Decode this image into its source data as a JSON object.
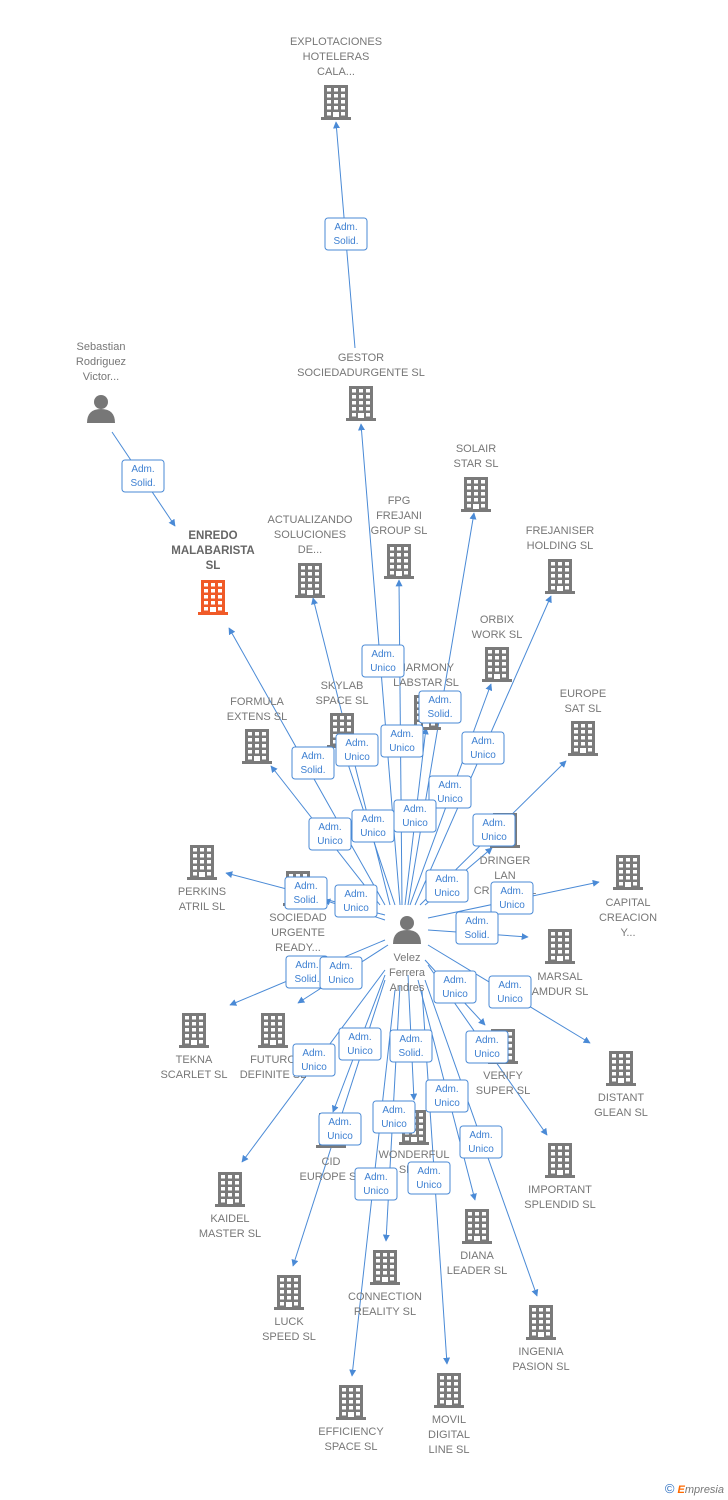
{
  "colors": {
    "edge": "#4a8ad6",
    "building": "#7a7a7a",
    "highlight": "#f05a28",
    "person": "#777777"
  },
  "nodes": [
    {
      "id": "explotaciones",
      "type": "company",
      "lines": [
        "EXPLOTACIONES",
        "HOTELERAS",
        "CALA..."
      ]
    },
    {
      "id": "gestor",
      "type": "company",
      "lines": [
        "GESTOR",
        "SOCIEDADURGENTE SL"
      ]
    },
    {
      "id": "sebastian",
      "type": "person",
      "lines": [
        "Sebastian",
        "Rodriguez",
        "Victor..."
      ]
    },
    {
      "id": "enredo",
      "type": "company",
      "highlight": true,
      "lines": [
        "ENREDO",
        "MALABARISTA",
        "SL"
      ]
    },
    {
      "id": "solair",
      "type": "company",
      "lines": [
        "SOLAIR",
        "STAR SL"
      ]
    },
    {
      "id": "fpg",
      "type": "company",
      "lines": [
        "FPG",
        "FREJANI",
        "GROUP SL"
      ]
    },
    {
      "id": "actualizando",
      "type": "company",
      "lines": [
        "ACTUALIZANDO",
        "SOLUCIONES",
        "DE..."
      ]
    },
    {
      "id": "frejaniser",
      "type": "company",
      "lines": [
        "FREJANISER",
        "HOLDING SL"
      ]
    },
    {
      "id": "orbix",
      "type": "company",
      "lines": [
        "ORBIX",
        "WORK SL"
      ]
    },
    {
      "id": "harmony",
      "type": "company",
      "lines": [
        "HARMONY",
        "LABSTAR SL"
      ]
    },
    {
      "id": "skylab",
      "type": "company",
      "lines": [
        "SKYLAB",
        "SPACE SL"
      ]
    },
    {
      "id": "formula",
      "type": "company",
      "lines": [
        "FORMULA",
        "EXTENS SL"
      ]
    },
    {
      "id": "europesat",
      "type": "company",
      "lines": [
        "EUROPE",
        "SAT SL"
      ]
    },
    {
      "id": "perkins",
      "type": "company",
      "lines": [
        "PERKINS",
        "ATRIL SL"
      ]
    },
    {
      "id": "dringer",
      "type": "company",
      "lines": [
        "DRINGER",
        "LAN",
        "CRIVATE SL"
      ]
    },
    {
      "id": "capital",
      "type": "company",
      "lines": [
        "CAPITAL",
        "CREACION",
        "Y..."
      ]
    },
    {
      "id": "sociedad",
      "type": "company",
      "lines": [
        "SOCIEDAD",
        "URGENTE",
        "READY..."
      ]
    },
    {
      "id": "velez",
      "type": "person",
      "lines": [
        "Velez",
        "Ferrera",
        "Andres"
      ]
    },
    {
      "id": "marsal",
      "type": "company",
      "lines": [
        "MARSAL",
        "AMDUR SL"
      ]
    },
    {
      "id": "tekna",
      "type": "company",
      "lines": [
        "TEKNA",
        "SCARLET SL"
      ]
    },
    {
      "id": "futuro",
      "type": "company",
      "lines": [
        "FUTURO",
        "DEFINITE SL"
      ]
    },
    {
      "id": "distant",
      "type": "company",
      "lines": [
        "DISTANT",
        "GLEAN SL"
      ]
    },
    {
      "id": "verify",
      "type": "company",
      "lines": [
        "VERIFY",
        "SUPER SL"
      ]
    },
    {
      "id": "important",
      "type": "company",
      "lines": [
        "IMPORTANT",
        "SPLENDID SL"
      ]
    },
    {
      "id": "cid",
      "type": "company",
      "lines": [
        "CID",
        "EUROPE SL"
      ]
    },
    {
      "id": "wonderful",
      "type": "company",
      "lines": [
        "WONDERFUL",
        "SPA..."
      ]
    },
    {
      "id": "kaidel",
      "type": "company",
      "lines": [
        "KAIDEL",
        "MASTER SL"
      ]
    },
    {
      "id": "diana",
      "type": "company",
      "lines": [
        "DIANA",
        "LEADER SL"
      ]
    },
    {
      "id": "luck",
      "type": "company",
      "lines": [
        "LUCK",
        "SPEED SL"
      ]
    },
    {
      "id": "connection",
      "type": "company",
      "lines": [
        "CONNECTION",
        "REALITY SL"
      ]
    },
    {
      "id": "ingenia",
      "type": "company",
      "lines": [
        "INGENIA",
        "PASION SL"
      ]
    },
    {
      "id": "efficiency",
      "type": "company",
      "lines": [
        "EFFICIENCY",
        "SPACE SL"
      ]
    },
    {
      "id": "movil",
      "type": "company",
      "lines": [
        "MOVIL",
        "DIGITAL",
        "LINE SL"
      ]
    }
  ],
  "edges": [
    {
      "from": "gestor",
      "to": "explotaciones",
      "label": [
        "Adm.",
        "Solid."
      ]
    },
    {
      "from": "sebastian",
      "to": "enredo",
      "label": [
        "Adm.",
        "Solid."
      ]
    },
    {
      "from": "velez",
      "to": "gestor",
      "label": [
        "Adm.",
        "Unico"
      ]
    },
    {
      "from": "velez",
      "to": "harmony",
      "label": [
        "Adm.",
        "Solid."
      ]
    },
    {
      "from": "velez",
      "to": "enredo",
      "label": [
        "Adm.",
        "Solid."
      ]
    },
    {
      "from": "velez",
      "to": "skylab",
      "label": [
        "Adm.",
        "Unico"
      ]
    },
    {
      "from": "velez",
      "to": "fpg",
      "label": [
        "Adm.",
        "Unico"
      ]
    },
    {
      "from": "velez",
      "to": "orbix",
      "label": [
        "Adm.",
        "Unico"
      ]
    },
    {
      "from": "velez",
      "to": "solair",
      "label": [
        "Adm.",
        "Unico"
      ]
    },
    {
      "from": "velez",
      "to": "formula",
      "label": [
        "Adm.",
        "Unico"
      ]
    },
    {
      "from": "velez",
      "to": "actualizando",
      "label": [
        "Adm.",
        "Unico"
      ]
    },
    {
      "from": "velez",
      "to": "frejaniser",
      "label": [
        "Adm.",
        "Unico"
      ]
    },
    {
      "from": "velez",
      "to": "europesat",
      "label": [
        "Adm.",
        "Unico"
      ]
    },
    {
      "from": "velez",
      "to": "perkins",
      "label": [
        "Adm.",
        "Solid."
      ]
    },
    {
      "from": "velez",
      "to": "sociedad",
      "label": [
        "Adm.",
        "Unico"
      ]
    },
    {
      "from": "velez",
      "to": "dringer",
      "label": [
        "Adm.",
        "Unico"
      ]
    },
    {
      "from": "velez",
      "to": "capital",
      "label": [
        "Adm.",
        "Unico"
      ]
    },
    {
      "from": "velez",
      "to": "marsal",
      "label": [
        "Adm.",
        "Solid."
      ]
    },
    {
      "from": "velez",
      "to": "tekna",
      "label": [
        "Adm.",
        "Solid."
      ]
    },
    {
      "from": "velez",
      "to": "futuro",
      "label": [
        "Adm.",
        "Unico"
      ]
    },
    {
      "from": "velez",
      "to": "verify",
      "label": [
        "Adm.",
        "Unico"
      ]
    },
    {
      "from": "velez",
      "to": "distant",
      "label": [
        "Adm.",
        "Unico"
      ]
    },
    {
      "from": "velez",
      "to": "kaidel",
      "label": [
        "Adm.",
        "Unico"
      ]
    },
    {
      "from": "velez",
      "to": "cid",
      "label": [
        "Adm.",
        "Unico"
      ]
    },
    {
      "from": "velez",
      "to": "wonderful",
      "label": [
        "Adm.",
        "Solid."
      ]
    },
    {
      "from": "velez",
      "to": "important",
      "label": [
        "Adm.",
        "Unico"
      ]
    },
    {
      "from": "velez",
      "to": "luck",
      "label": [
        "Adm.",
        "Unico"
      ]
    },
    {
      "from": "velez",
      "to": "diana",
      "label": [
        "Adm.",
        "Unico"
      ]
    },
    {
      "from": "velez",
      "to": "connection",
      "label": [
        "Adm.",
        "Unico"
      ]
    },
    {
      "from": "velez",
      "to": "ingenia",
      "label": [
        "Adm.",
        "Unico"
      ]
    },
    {
      "from": "velez",
      "to": "efficiency",
      "label": [
        "Adm.",
        "Unico"
      ]
    },
    {
      "from": "velez",
      "to": "movil",
      "label": [
        "Adm.",
        "Unico"
      ]
    }
  ],
  "footer": {
    "copyright_symbol": "©",
    "brand_initial": "E",
    "brand_rest": "mpresia"
  }
}
